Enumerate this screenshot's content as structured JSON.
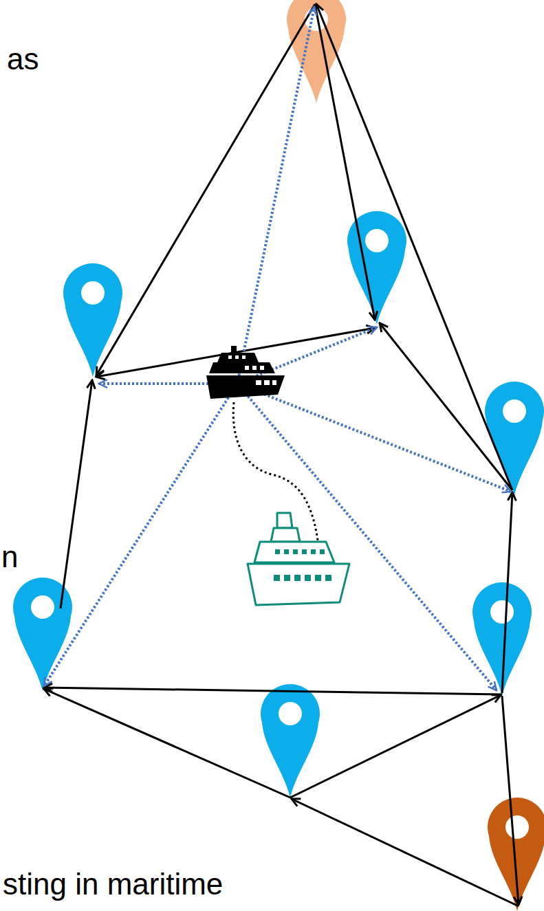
{
  "diagram": {
    "labels": [
      "as",
      "n",
      "sting in maritime"
    ]
  }
}
